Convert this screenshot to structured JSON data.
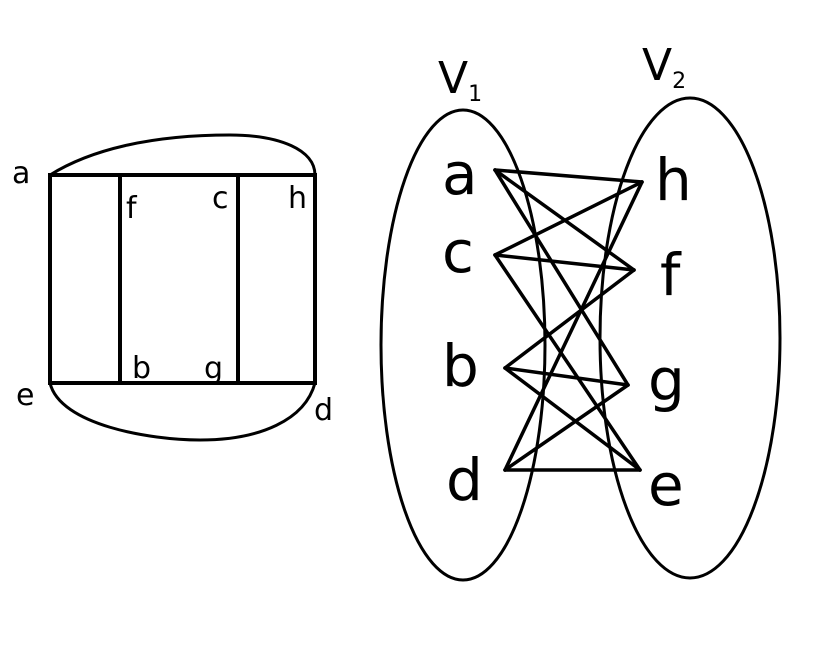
{
  "left_graph": {
    "vertices": [
      "a",
      "f",
      "c",
      "h",
      "e",
      "b",
      "g",
      "d"
    ]
  },
  "bipartite": {
    "set1": {
      "letter": "V",
      "subscript": "1"
    },
    "set2": {
      "letter": "V",
      "subscript": "2"
    },
    "v1": [
      "a",
      "c",
      "b",
      "d"
    ],
    "v2": [
      "h",
      "f",
      "g",
      "e"
    ],
    "edges": [
      [
        "a",
        "h"
      ],
      [
        "a",
        "f"
      ],
      [
        "a",
        "g"
      ],
      [
        "c",
        "h"
      ],
      [
        "c",
        "f"
      ],
      [
        "c",
        "e"
      ],
      [
        "b",
        "f"
      ],
      [
        "b",
        "g"
      ],
      [
        "b",
        "e"
      ],
      [
        "d",
        "h"
      ],
      [
        "d",
        "g"
      ],
      [
        "d",
        "e"
      ]
    ]
  }
}
